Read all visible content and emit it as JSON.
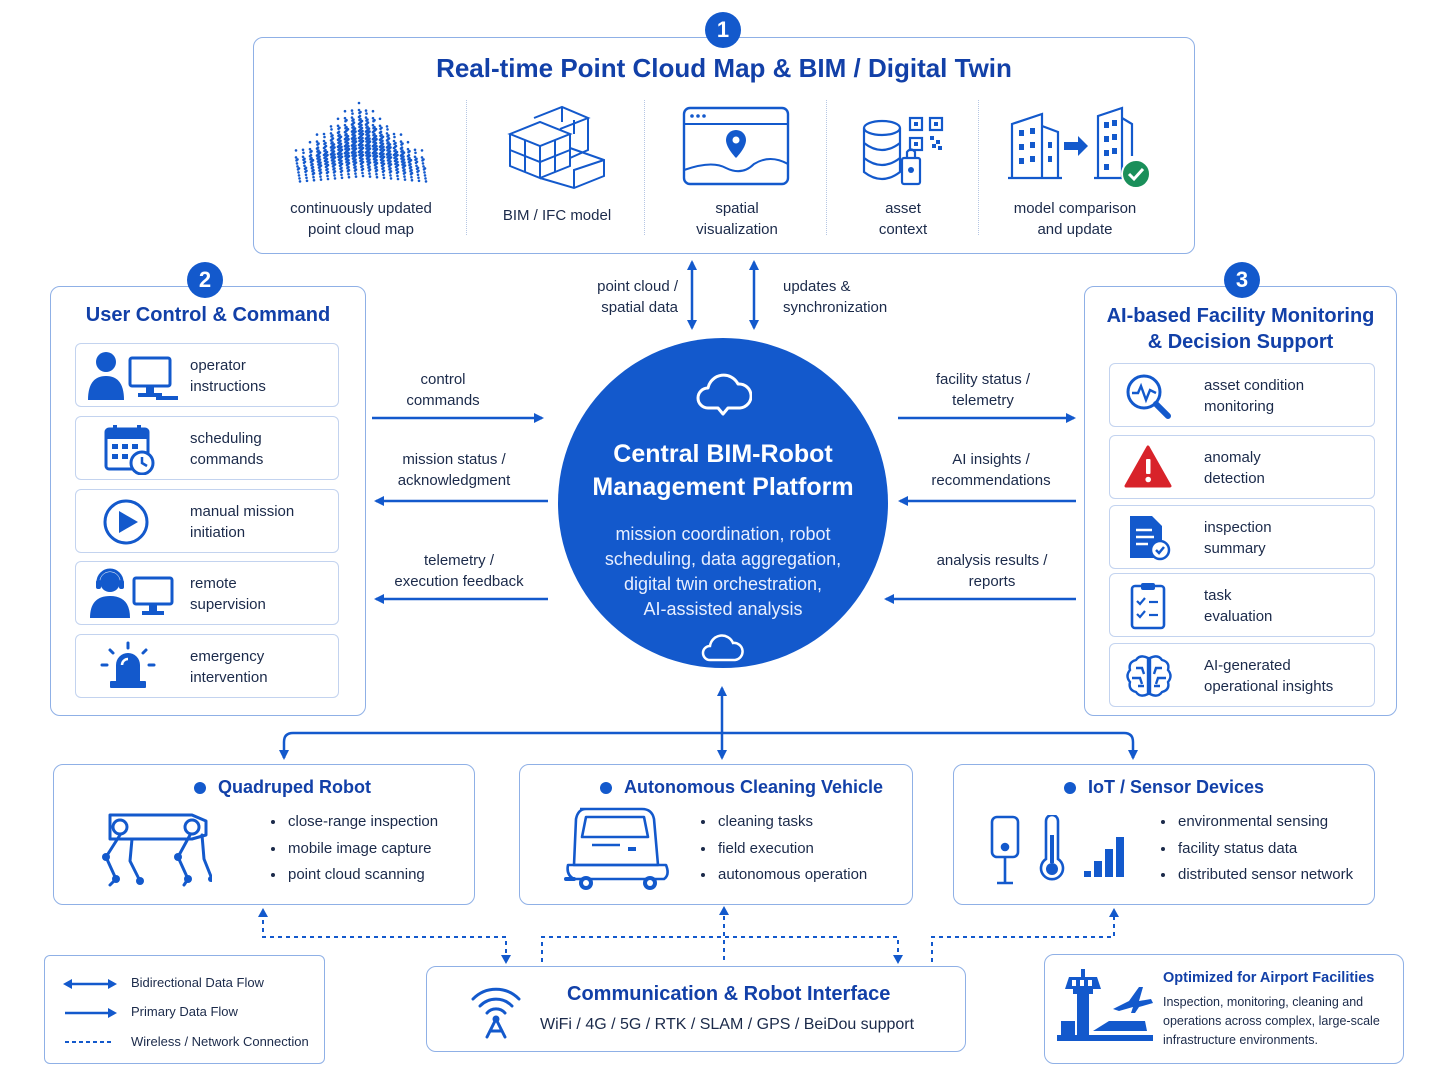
{
  "top": {
    "badge": "1",
    "title": "Real-time Point Cloud Map & BIM / Digital Twin",
    "items": [
      {
        "label": "continuously updated\npoint cloud map",
        "icon": "point-cloud-icon"
      },
      {
        "label": "BIM / IFC model",
        "icon": "bim-model-icon"
      },
      {
        "label": "spatial\nvisualization",
        "icon": "map-screen-icon"
      },
      {
        "label": "asset\ncontext",
        "icon": "database-qr-icon"
      },
      {
        "label": "model comparison\nand update",
        "icon": "building-compare-icon"
      }
    ]
  },
  "top_links": {
    "left": "point cloud /\nspatial data",
    "right": "updates &\nsynchronization"
  },
  "left": {
    "badge": "2",
    "title": "User Control & Command",
    "items": [
      {
        "label": "operator\ninstructions",
        "icon": "operator-computer-icon"
      },
      {
        "label": "scheduling\ncommands",
        "icon": "calendar-clock-icon"
      },
      {
        "label": "manual mission\ninitiation",
        "icon": "play-icon"
      },
      {
        "label": "remote\nsupervision",
        "icon": "headset-operator-icon"
      },
      {
        "label": "emergency\nintervention",
        "icon": "alarm-light-icon"
      }
    ]
  },
  "left_links": {
    "a": "control\ncommands",
    "b": "mission status /\nacknowledgment",
    "c": "telemetry /\nexecution feedback"
  },
  "center": {
    "title": "Central BIM-Robot\nManagement Platform",
    "desc": "mission coordination, robot\nscheduling, data aggregation,\ndigital twin orchestration,\nAI-assisted analysis"
  },
  "right_links": {
    "a": "facility status /\ntelemetry",
    "b": "AI insights /\nrecommendations",
    "c": "analysis results /\nreports"
  },
  "right": {
    "badge": "3",
    "title": "AI-based Facility Monitoring\n& Decision Support",
    "items": [
      {
        "label": "asset condition\nmonitoring",
        "icon": "search-pulse-icon"
      },
      {
        "label": "anomaly\ndetection",
        "icon": "warning-icon"
      },
      {
        "label": "inspection\nsummary",
        "icon": "document-check-icon"
      },
      {
        "label": "task\nevaluation",
        "icon": "clipboard-check-icon"
      },
      {
        "label": "AI-generated\noperational insights",
        "icon": "brain-icon"
      }
    ]
  },
  "robots": [
    {
      "title": "Quadruped Robot",
      "bullets": [
        "close-range inspection",
        "mobile image capture",
        "point cloud scanning"
      ],
      "icon": "quadruped-robot-icon"
    },
    {
      "title": "Autonomous Cleaning Vehicle",
      "bullets": [
        "cleaning tasks",
        "field execution",
        "autonomous operation"
      ],
      "icon": "cleaning-vehicle-icon"
    },
    {
      "title": "IoT / Sensor Devices",
      "bullets": [
        "environmental sensing",
        "facility status data",
        "distributed sensor network"
      ],
      "icon": "sensor-devices-icon"
    }
  ],
  "legend": {
    "bidirectional": "Bidirectional Data Flow",
    "primary": "Primary Data Flow",
    "wireless": "Wireless / Network Connection"
  },
  "comm": {
    "title": "Communication & Robot Interface",
    "desc": "WiFi / 4G / 5G / RTK / SLAM / GPS / BeiDou support",
    "icon": "wireless-antenna-icon"
  },
  "airport": {
    "title": "Optimized for Airport Facilities",
    "desc": "Inspection, monitoring, cleaning and\noperations across complex, large-scale\ninfrastructure environments.",
    "icon": "airport-tower-icon"
  },
  "colors": {
    "primary": "#1359cc",
    "title": "#1240a8",
    "border": "#8fb0e6",
    "alert": "#d8232a",
    "ok": "#1a8f5a"
  }
}
